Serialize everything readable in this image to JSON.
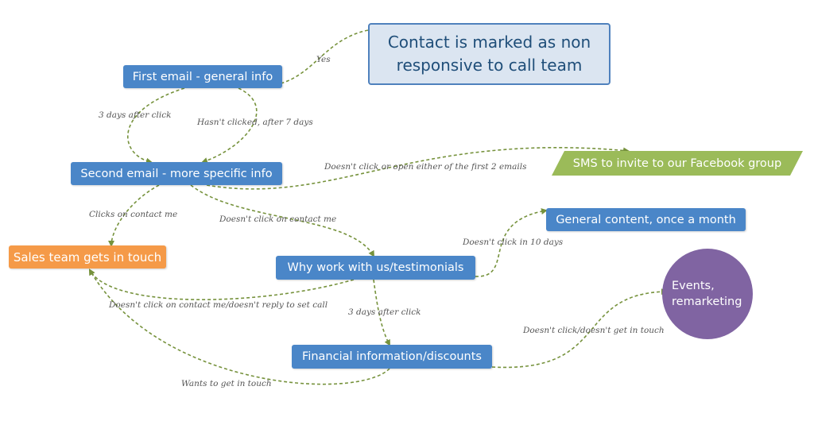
{
  "nodes": {
    "start_line1": "Contact is marked as non",
    "start_line2": "responsive to call team",
    "first_email": "First email - general info",
    "second_email": "Second email - more specific info",
    "sales": "Sales team gets in touch",
    "why": "Why work with us/testimonials",
    "financial": "Financial information/discounts",
    "general": "General content, once a month",
    "events_line1": "Events,",
    "events_line2": "remarketing",
    "sms": "SMS to invite to our Facebook group"
  },
  "edges": {
    "yes": "Yes",
    "three_days_1": "3 days after click",
    "hasnt_clicked": "Hasn't clicked, after 7 days",
    "no_open": "Doesn't click or open either of the first 2 emails",
    "clicks_contact": "Clicks on contact me",
    "no_contact": "Doesn't click on contact me",
    "no_click_10": "Doesn't click in 10 days",
    "no_reply": "Doesn't click on contact me/doesn't reply to set call",
    "three_days_2": "3 days after click",
    "no_touch": "Doesn't click/doesn't get in touch",
    "wants_touch": "Wants to get in touch"
  },
  "colors": {
    "start_fill": "#dbe5f1",
    "start_border": "#4f81bd",
    "blue_node": "#4a86c8",
    "orange_node": "#f59a48",
    "purple_node": "#8064a2",
    "green_node": "#9bbb59",
    "connector": "#76923c"
  }
}
